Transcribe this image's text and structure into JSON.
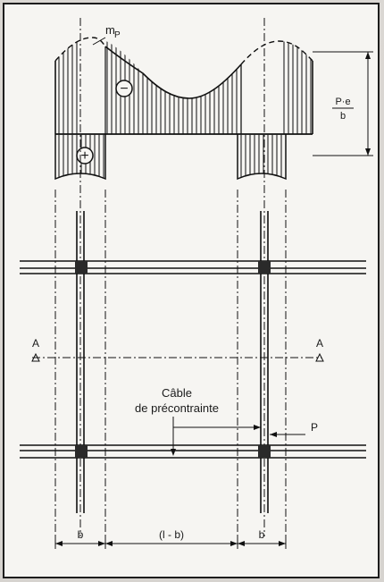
{
  "figure": {
    "moment_label_main": "m",
    "moment_label_sub": "P",
    "negative_sign": "−",
    "positive_sign": "+",
    "height_label_num": "P·e",
    "height_label_den": "b",
    "section_mark_left": "A",
    "section_mark_right": "A",
    "cable_label_line1": "Câble",
    "cable_label_line2": "de précontrainte",
    "column_label": "P",
    "dim_left": "b",
    "dim_middle": "(l - b)",
    "dim_right": "b"
  }
}
